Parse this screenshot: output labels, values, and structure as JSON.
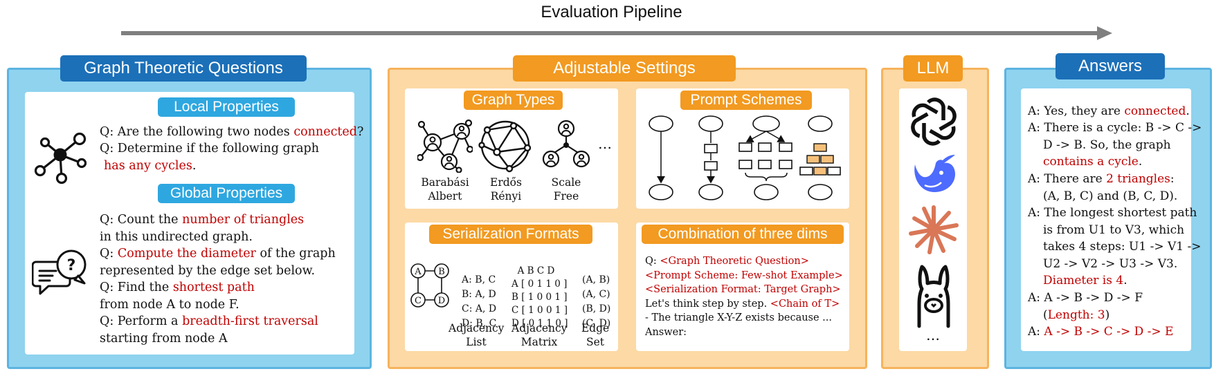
{
  "pipeline": {
    "title": "Evaluation Pipeline"
  },
  "questions": {
    "title": "Graph Theoretic Questions",
    "local_title": "Local Properties",
    "local_q1": {
      "pre": "Q: Are the following two nodes ",
      "hl": "connected",
      "post": "?"
    },
    "local_q2_line1": "Q: Determine if the following graph",
    "local_q2_hl": "has any cycles",
    "local_q2_post": ".",
    "global_title": "Global Properties",
    "g1": {
      "pre": "Q: Count the ",
      "hl": "number of triangles"
    },
    "g1_line2": "in this undirected graph.",
    "g2": {
      "pre": "Q: ",
      "hl": "Compute the diameter",
      "post": " of the graph"
    },
    "g2_line2": "represented by the edge set below.",
    "g3": {
      "pre": "Q: Find the ",
      "hl": "shortest path"
    },
    "g3_line2": "from node A to node F.",
    "g4": {
      "pre": "Q: Perform a ",
      "hl": "breadth-first traversal"
    },
    "g4_line2": "starting from node A"
  },
  "settings": {
    "title": "Adjustable Settings",
    "graph_types": {
      "title": "Graph Types",
      "items": [
        {
          "line1": "Barabási",
          "line2": "Albert"
        },
        {
          "line1": "Erdős",
          "line2": "Rényi"
        },
        {
          "line1": "Scale",
          "line2": "Free"
        }
      ],
      "more": "…"
    },
    "prompt_schemes": {
      "title": "Prompt Schemes"
    },
    "serialization": {
      "title": "Serialization Formats",
      "nodes": [
        "A",
        "B",
        "C",
        "D"
      ],
      "adj_list": [
        "A: B, C",
        "B: A, D",
        "C: A, D",
        "D: B, C"
      ],
      "adj_matrix": [
        "  A B C D",
        "A [ 0 1 1 0 ]",
        "B [ 1 0 0 1 ]",
        "C [ 1 0 0 1 ]",
        "D [ 0 1 1 0 ]"
      ],
      "edge_set": [
        "(A, B)",
        "(A, C)",
        "(B, D)",
        "(C, D)"
      ],
      "labels": [
        {
          "line1": "Adjacency",
          "line2": "List"
        },
        {
          "line1": "Adjacency",
          "line2": "Matrix"
        },
        {
          "line1": "Edge",
          "line2": "Set"
        }
      ]
    },
    "combination": {
      "title": "Combination of three dims",
      "line1": {
        "pre": "Q: ",
        "hl": "<Graph Theoretic Question>"
      },
      "line2": "<Prompt Scheme: Few-shot Example>",
      "line3": "<Serialization Format: Target Graph>",
      "line4": {
        "pre": "Let's think step by step. ",
        "hl": "<Chain of T>"
      },
      "line5": "- The triangle X-Y-Z exists because ...",
      "line6": "Answer:"
    }
  },
  "llm": {
    "title": "LLM",
    "more": "…"
  },
  "answers": {
    "title": "Answers",
    "a1": {
      "pre": "A: Yes, they are ",
      "hl": "connected",
      "post": "."
    },
    "a2_l1": "A: There is a cycle: B -> C ->",
    "a2_l2": "D -> B. So, the graph",
    "a2_l3": "contains a cycle",
    "a2_l3_post": ".",
    "a3_l1": {
      "pre": "A: There are ",
      "hl": "2 triangles",
      "post": ":"
    },
    "a3_l2": "(A, B, C) and (B, C, D).",
    "a4_l1": "A: The longest shortest path",
    "a4_l2": "is from U1 to V3, which",
    "a4_l3": "takes 4 steps: U1 -> V1 ->",
    "a4_l4": "U2 -> V2 -> U3 -> V3.",
    "a4_l5": "Diameter is 4",
    "a4_l5_post": ".",
    "a5_l1": "A: A -> B -> D -> F",
    "a5_l2_pre": "(",
    "a5_l2_hl": "Length: 3",
    "a5_l2_post": ")",
    "a6": {
      "pre": "A: ",
      "hl": "A -> B -> C -> D -> E"
    }
  },
  "colors": {
    "blue_panel": "#8fd3ef",
    "blue_tab": "#1c70b8",
    "light_tab": "#2ea7e0",
    "orange_panel": "#fcd9a5",
    "orange_tab": "#f29a21",
    "highlight_red": "#c00000"
  }
}
